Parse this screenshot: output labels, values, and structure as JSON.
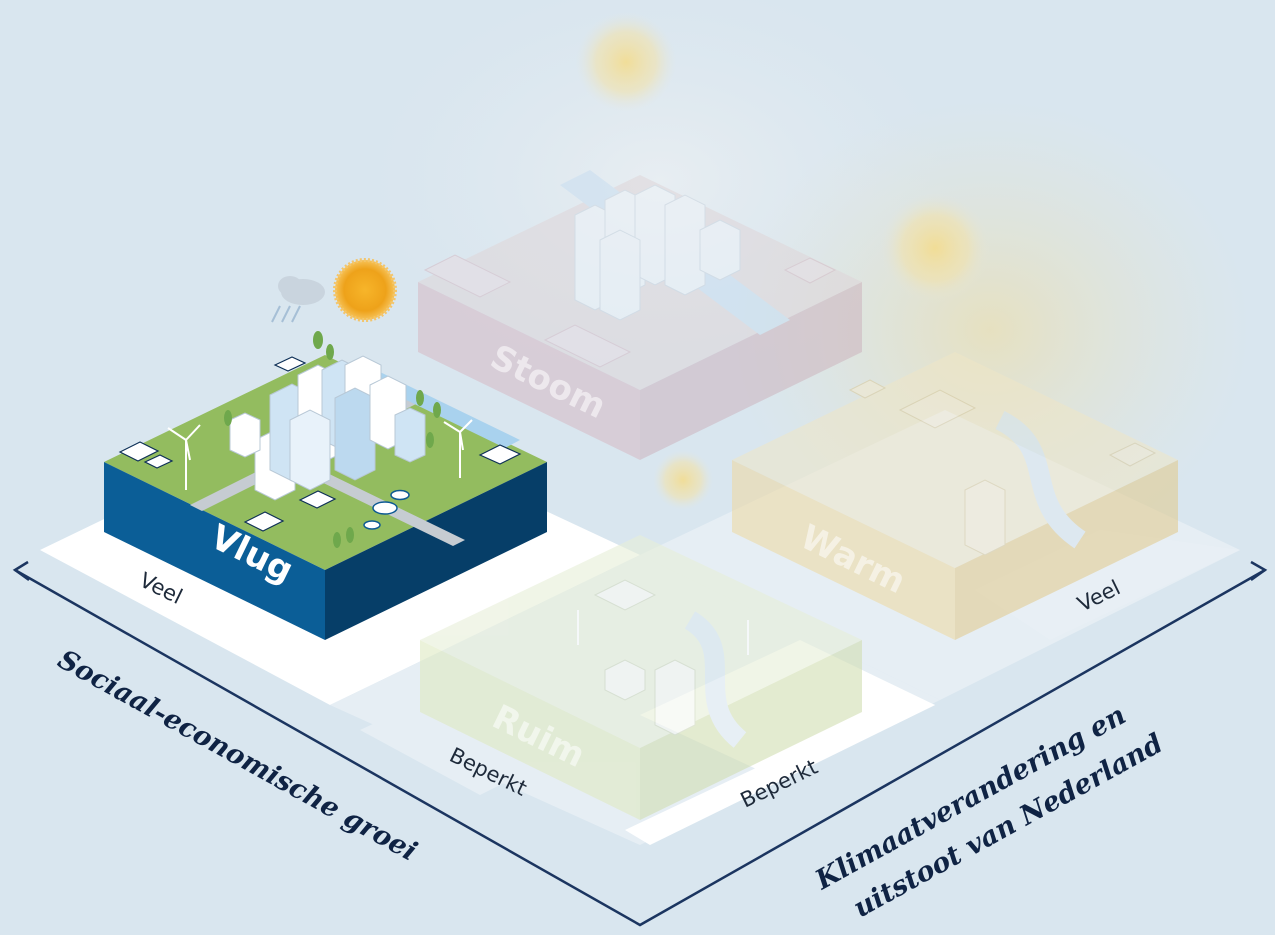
{
  "scenarios": [
    {
      "id": "vlug",
      "label": "Vlug",
      "highlighted": true
    },
    {
      "id": "stoom",
      "label": "Stoom",
      "highlighted": false
    },
    {
      "id": "warm",
      "label": "Warm",
      "highlighted": false
    },
    {
      "id": "ruim",
      "label": "Ruim",
      "highlighted": false
    }
  ],
  "axes": {
    "left": {
      "title": "Sociaal-economische groei",
      "levels": [
        "Veel",
        "Beperkt"
      ]
    },
    "right": {
      "title_line1": "Klimaatverandering en",
      "title_line2": "uitstoot van Nederland",
      "levels": [
        "Beperkt",
        "Veel"
      ]
    }
  },
  "colors": {
    "background": "#d9e6ef",
    "axis_line": "#1b3560",
    "vlug_top": "#93bc5f",
    "vlug_side_left": "#0b5e97",
    "vlug_side_right": "#063e68",
    "stoom_tint": "#d7b9c4",
    "warm_tint": "#efd9a0",
    "ruim_tint": "#dfeac2",
    "sun": "#f0a723"
  },
  "icons": [
    "sun-icon",
    "rain-cloud-icon",
    "wind-turbine-icon",
    "building-icon",
    "house-icon",
    "tree-icon"
  ]
}
